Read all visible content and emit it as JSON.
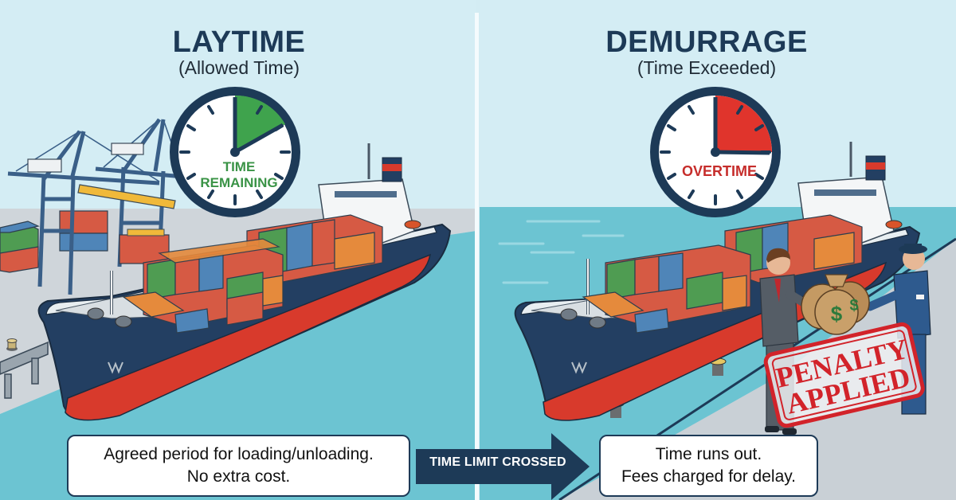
{
  "left_panel": {
    "title": "LAYTIME",
    "subtitle": "(Allowed Time)",
    "clock": {
      "label_line1": "TIME",
      "label_line2": "REMAINING",
      "wedge_color": "#3fa34d",
      "label_color": "#3a9346",
      "wedge": "12 to 2 o'clock (green)"
    },
    "caption": {
      "line1": "Agreed period for loading/unloading.",
      "line2": "No extra cost."
    }
  },
  "right_panel": {
    "title": "DEMURRAGE",
    "subtitle": "(Time Exceeded)",
    "clock": {
      "label": "OVERTIME",
      "wedge_color": "#e0342c",
      "label_color": "#c62d2b",
      "wedge": "12 to 3 o'clock (red)"
    },
    "stamp": {
      "line1": "PENALTY",
      "line2": "APPLIED",
      "color": "#d2232a"
    },
    "caption": {
      "line1": "Time runs out.",
      "line2": "Fees charged for delay."
    }
  },
  "transition_arrow": {
    "label": "TIME LIMIT CROSSED",
    "color": "#1d3a57"
  },
  "colors": {
    "sky": "#d4edf4",
    "sea": "#6cc4d2",
    "dock": "#c9d0d6",
    "hull": "#233f62",
    "hull_bottom": "#d83a2c",
    "title": "#1d3a57",
    "container_red": "#d65a44",
    "container_green": "#4f9c52",
    "container_blue": "#4f85b8",
    "container_orange": "#e58a3c"
  },
  "icons": [
    "clock-icon",
    "crane-icon",
    "container-ship-icon",
    "money-bag-icon",
    "penalty-stamp-icon",
    "arrow-right-icon",
    "bollard-icon"
  ]
}
